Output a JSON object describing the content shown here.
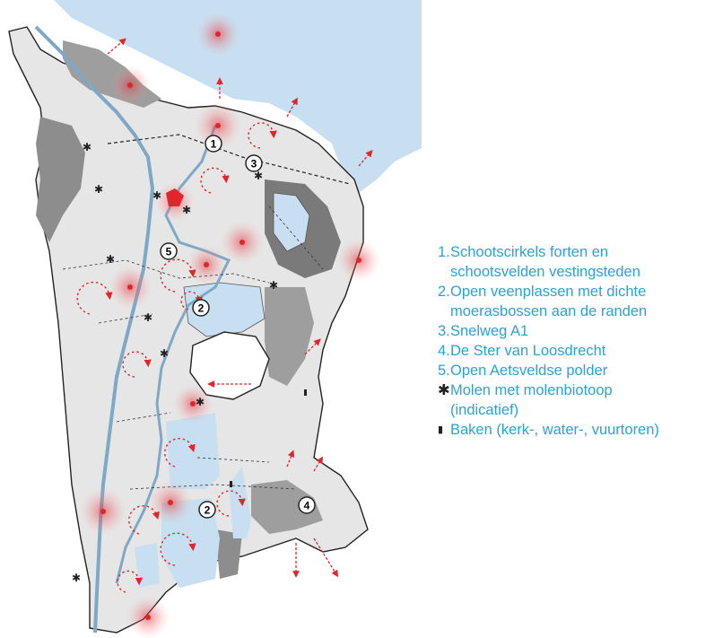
{
  "legend": {
    "items": [
      {
        "num": "1.",
        "lines": [
          "Schootscirkels forten en",
          "schootsvelden vestingsteden"
        ]
      },
      {
        "num": "2.",
        "lines": [
          "Open veenplassen met dichte",
          "moerasbossen aan de randen"
        ]
      },
      {
        "num": "3.",
        "lines": [
          "Snelweg A1"
        ]
      },
      {
        "num": "4.",
        "lines": [
          "De Ster van Loosdrecht"
        ]
      },
      {
        "num": "5.",
        "lines": [
          "Open Aetsveldse polder"
        ]
      }
    ],
    "symbols": [
      {
        "icon": "windmill-icon",
        "glyph": "✱",
        "lines": [
          "Molen met molenbiotoop",
          "(indicatief)"
        ]
      },
      {
        "icon": "beacon-icon",
        "glyph": "▮",
        "lines": [
          "Baken (kerk-, water-, vuurtoren)"
        ]
      }
    ]
  },
  "map": {
    "markers": [
      "1",
      "3",
      "5",
      "2",
      "2",
      "4"
    ],
    "colors": {
      "water": "#c7dff0",
      "land": "#e6e6e6",
      "built": "#9e9e9e",
      "dark": "#6f6f6f",
      "accent": "#e0252b",
      "legend": "#2aa3d6"
    }
  }
}
